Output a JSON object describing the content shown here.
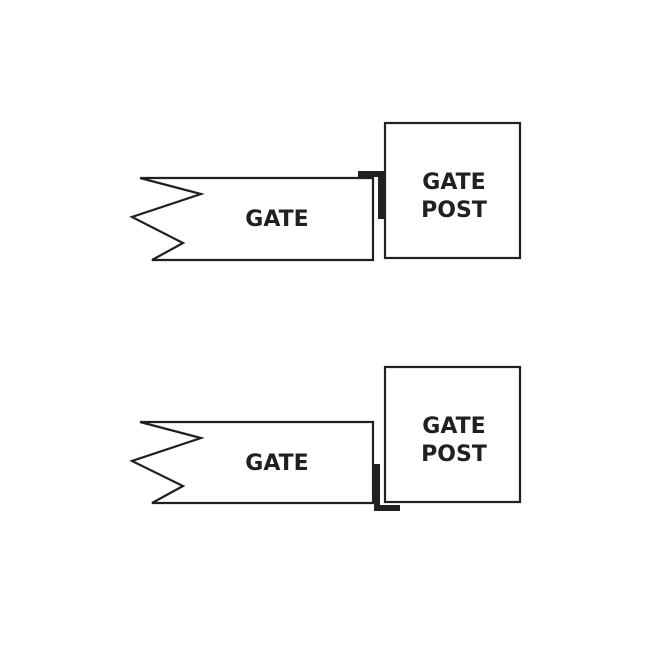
{
  "diagrams": [
    {
      "gate_label": "GATE",
      "post_label_line1": "GATE",
      "post_label_line2": "POST",
      "bracket_position": "top"
    },
    {
      "gate_label": "GATE",
      "post_label_line1": "GATE",
      "post_label_line2": "POST",
      "bracket_position": "bottom"
    }
  ],
  "colors": {
    "stroke": "#231f20",
    "background": "#ffffff"
  }
}
